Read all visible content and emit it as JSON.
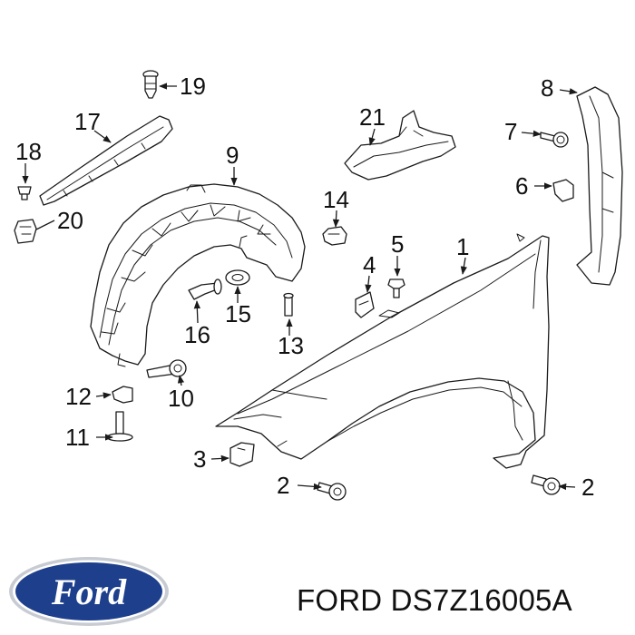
{
  "callouts": [
    "1",
    "2",
    "3",
    "4",
    "5",
    "6",
    "7",
    "8",
    "9",
    "10",
    "11",
    "12",
    "13",
    "14",
    "15",
    "16",
    "17",
    "18",
    "19",
    "20",
    "21"
  ],
  "brand": {
    "logo_text": "Ford",
    "logo_color": "#1d3f8c",
    "logo_ring": "#c8ccd2"
  },
  "caption": {
    "text": "FORD DS7Z16005A"
  }
}
